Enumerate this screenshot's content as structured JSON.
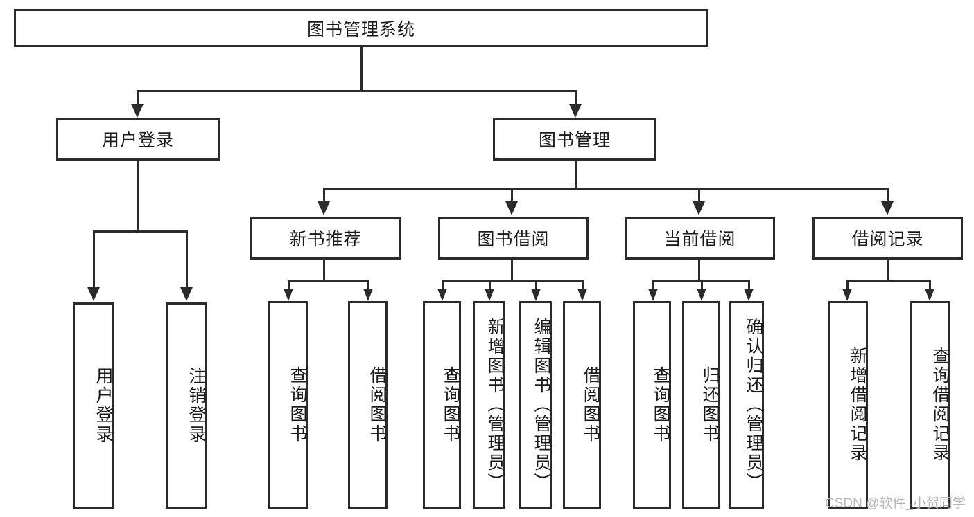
{
  "diagram": {
    "title": "图书管理系统",
    "root": {
      "label": "图书管理系统"
    },
    "level2": [
      {
        "label": "用户登录"
      },
      {
        "label": "图书管理"
      }
    ],
    "level3": [
      {
        "label": "新书推荐"
      },
      {
        "label": "图书借阅"
      },
      {
        "label": "当前借阅"
      },
      {
        "label": "借阅记录"
      }
    ],
    "leaves": {
      "user_login": [
        {
          "label": "用户登录"
        },
        {
          "label": "注销登录"
        }
      ],
      "new_book_recommend": [
        {
          "label": "查询图书"
        },
        {
          "label": "借阅图书"
        }
      ],
      "book_borrow": [
        {
          "label": "查询图书"
        },
        {
          "label": "新增图书（管理员）"
        },
        {
          "label": "编辑图书（管理员）"
        },
        {
          "label": "借阅图书"
        }
      ],
      "current_borrow": [
        {
          "label": "查询图书"
        },
        {
          "label": "归还图书"
        },
        {
          "label": "确认归还（管理员）"
        }
      ],
      "borrow_record": [
        {
          "label": "新增借阅记录"
        },
        {
          "label": "查询借阅记录"
        }
      ]
    }
  },
  "watermark": {
    "text": "CSDN @软件_小贺同学"
  },
  "colors": {
    "stroke": "#2b2b2b",
    "background": "#ffffff",
    "text": "#1a1a1a",
    "watermark": "#b6b6b6"
  }
}
